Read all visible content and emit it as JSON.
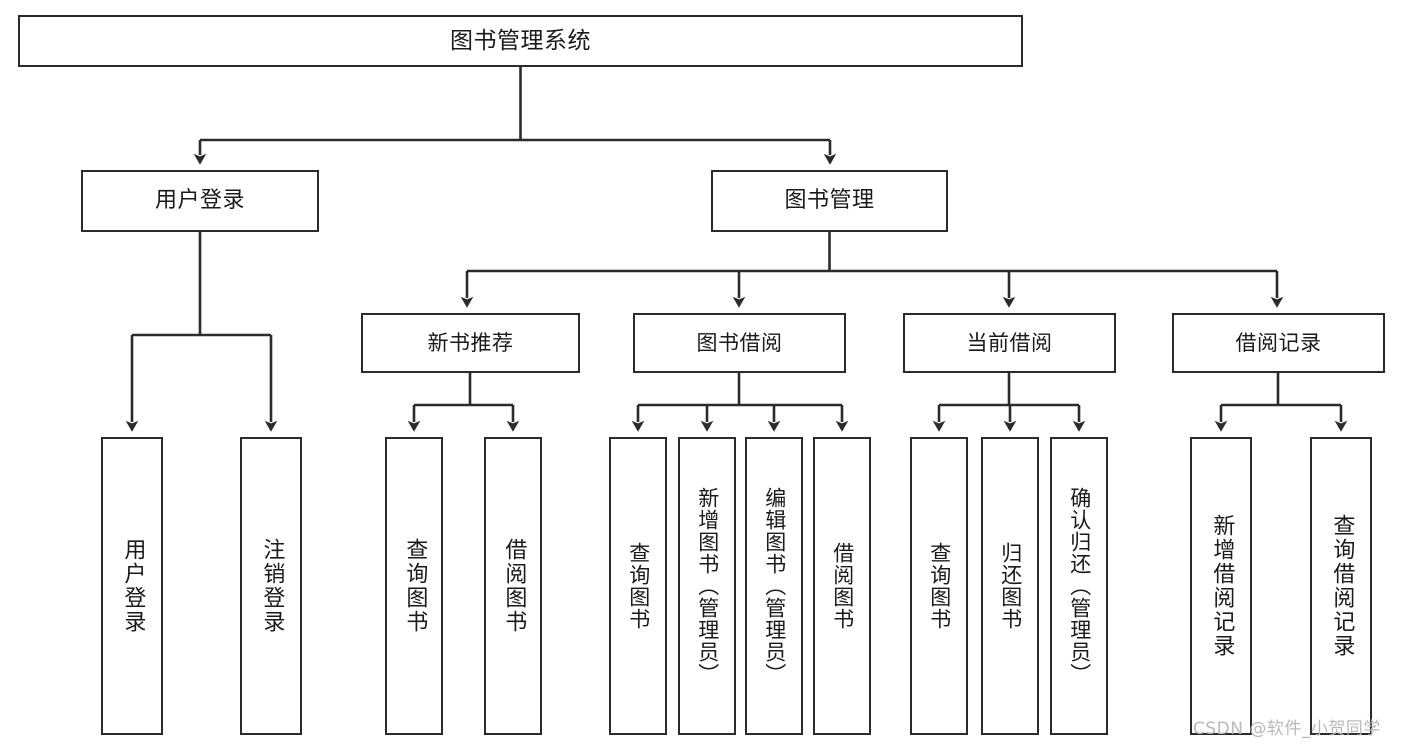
{
  "diagram": {
    "type": "tree",
    "title": "图书管理系统",
    "root": {
      "id": "root",
      "label": "图书管理系统"
    },
    "level2": [
      {
        "id": "login",
        "label": "用户登录"
      },
      {
        "id": "bookmgr",
        "label": "图书管理"
      }
    ],
    "level3": [
      {
        "id": "newbook",
        "label": "新书推荐",
        "parent": "bookmgr"
      },
      {
        "id": "borrow",
        "label": "图书借阅",
        "parent": "bookmgr"
      },
      {
        "id": "current",
        "label": "当前借阅",
        "parent": "bookmgr"
      },
      {
        "id": "records",
        "label": "借阅记录",
        "parent": "bookmgr"
      }
    ],
    "leaves": [
      {
        "id": "login-in",
        "label": "用户登录",
        "parent": "login"
      },
      {
        "id": "logout",
        "label": "注销登录",
        "parent": "login"
      },
      {
        "id": "nb-query",
        "label": "查询图书",
        "parent": "newbook"
      },
      {
        "id": "nb-borrow",
        "label": "借阅图书",
        "parent": "newbook"
      },
      {
        "id": "bq-query",
        "label": "查询图书",
        "parent": "borrow"
      },
      {
        "id": "bq-add",
        "label": "新增图书（管理员）",
        "parent": "borrow"
      },
      {
        "id": "bq-edit",
        "label": "编辑图书（管理员）",
        "parent": "borrow"
      },
      {
        "id": "bq-borrow",
        "label": "借阅图书",
        "parent": "borrow"
      },
      {
        "id": "cu-query",
        "label": "查询图书",
        "parent": "current"
      },
      {
        "id": "cu-return",
        "label": "归还图书",
        "parent": "current"
      },
      {
        "id": "cu-confirm",
        "label": "确认归还（管理员）",
        "parent": "current"
      },
      {
        "id": "rc-add",
        "label": "新增借阅记录",
        "parent": "records"
      },
      {
        "id": "rc-query",
        "label": "查询借阅记录",
        "parent": "records"
      }
    ]
  },
  "watermark": {
    "text": "CSDN @软件_小贺同学"
  },
  "colors": {
    "stroke": "#2b2b2b",
    "background": "#ffffff",
    "text": "#1a1a1a",
    "watermark": "#b9b9b9"
  }
}
